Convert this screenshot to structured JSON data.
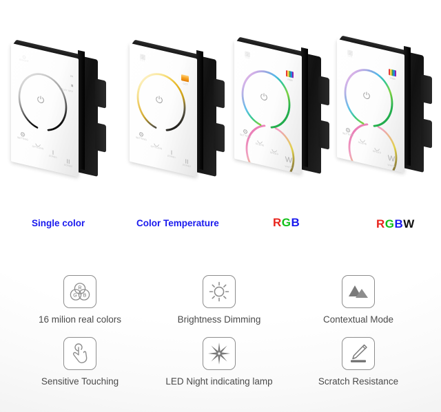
{
  "page": {
    "background": "#ffffff",
    "accent_blue": "#1a1aee"
  },
  "products": [
    {
      "id": "single-color",
      "caption": "Single color",
      "caption_color": "#1a1aee",
      "ring_type": "grey",
      "ring_colors": [
        "#c9c9c9",
        "#9a9a9a",
        "#3a3a3a",
        "#111111"
      ],
      "top_left_icon": "brightness-icon",
      "top_left_caption": "BRIGHT",
      "timer_value": "20",
      "timer_unit": "s",
      "timer_caption": "DELAY OFF",
      "swatch": null,
      "swatch_caption": null,
      "power_icon": "power-icon",
      "bottom_buttons": [
        {
          "icon": "settings-icon",
          "caption": "SETTING"
        },
        {
          "icon": "scene-icon",
          "caption": "OPTIONS"
        },
        {
          "icon": "one-icon",
          "caption": "ZONE1",
          "glyph": "I"
        },
        {
          "icon": "two-icon",
          "caption": "ZONE2",
          "glyph": "II"
        }
      ],
      "white_button": null
    },
    {
      "id": "color-temperature",
      "caption": "Color Temperature",
      "caption_color": "#1a1aee",
      "ring_type": "cct",
      "ring_colors": [
        "#ffe9a8",
        "#f2cf4a",
        "#d8a21a",
        "#555555",
        "#1a1a1a"
      ],
      "top_left_icon": "brightness-bars-icon",
      "top_left_caption": "CCT",
      "timer_value": null,
      "timer_unit": null,
      "timer_caption": null,
      "swatch": "amber-gradient-swatch",
      "swatch_caption": "CCT",
      "power_icon": "power-icon",
      "bottom_buttons": [
        {
          "icon": "settings-icon",
          "caption": "SETTING"
        },
        {
          "icon": "scene-icon",
          "caption": "OPTIONS"
        },
        {
          "icon": "one-icon",
          "caption": "ZONE1",
          "glyph": "I"
        },
        {
          "icon": "two-icon",
          "caption": "ZONE2",
          "glyph": "II"
        }
      ],
      "white_button": null
    },
    {
      "id": "rgb",
      "caption": "RGB",
      "caption_color": "multi",
      "ring_type": "rainbow",
      "ring_colors": [
        "#f06ab0",
        "#b06fd6",
        "#6f8ad6",
        "#3fb6e8",
        "#35c98a",
        "#7fd13f",
        "#e8e040",
        "#f09a40",
        "#ef5f5f"
      ],
      "top_left_icon": "brightness-bars-icon",
      "top_left_caption": "DIM",
      "timer_value": null,
      "timer_unit": null,
      "timer_caption": null,
      "swatch": "rainbow-swatch",
      "swatch_caption": "RGB",
      "power_icon": "power-icon",
      "bottom_buttons": [
        {
          "icon": "settings-icon",
          "caption": "SETTING"
        },
        {
          "icon": "scene-icon",
          "caption": "SCENE"
        },
        {
          "icon": "speed-icon",
          "caption": "SPEED"
        }
      ],
      "white_button": {
        "glyph": "W",
        "caption": "WHITE"
      }
    },
    {
      "id": "rgbw",
      "caption": "RGBW",
      "caption_color": "multi",
      "ring_type": "rainbow",
      "ring_colors": [
        "#f06ab0",
        "#b06fd6",
        "#6f8ad6",
        "#3fb6e8",
        "#35c98a",
        "#7fd13f",
        "#e8e040",
        "#f09a40",
        "#ef5f5f"
      ],
      "top_left_icon": "brightness-bars-icon",
      "top_left_caption": "DIM",
      "timer_value": null,
      "timer_unit": null,
      "timer_caption": null,
      "swatch": "rainbow-swatch",
      "swatch_caption": "RGB",
      "power_icon": "power-icon",
      "bottom_buttons": [
        {
          "icon": "settings-icon",
          "caption": "SETTING"
        },
        {
          "icon": "scene-icon",
          "caption": "SCENE"
        },
        {
          "icon": "speed-icon",
          "caption": "SPEED"
        }
      ],
      "white_button": {
        "glyph": "W",
        "caption": "WHITE"
      }
    }
  ],
  "features": [
    {
      "id": "colors",
      "icon": "rgb-venn-icon",
      "label": "16 milion real colors"
    },
    {
      "id": "dimming",
      "icon": "sun-icon",
      "label": "Brightness Dimming"
    },
    {
      "id": "scene",
      "icon": "mountains-icon",
      "label": "Contextual Mode"
    },
    {
      "id": "touch",
      "icon": "touch-hand-icon",
      "label": "Sensitive Touching"
    },
    {
      "id": "night",
      "icon": "starburst-icon",
      "label": "LED Night indicating lamp"
    },
    {
      "id": "scratch",
      "icon": "pen-scratch-icon",
      "label": "Scratch Resistance"
    }
  ],
  "venn_labels": {
    "r": "R",
    "g": "G",
    "b": "B"
  }
}
